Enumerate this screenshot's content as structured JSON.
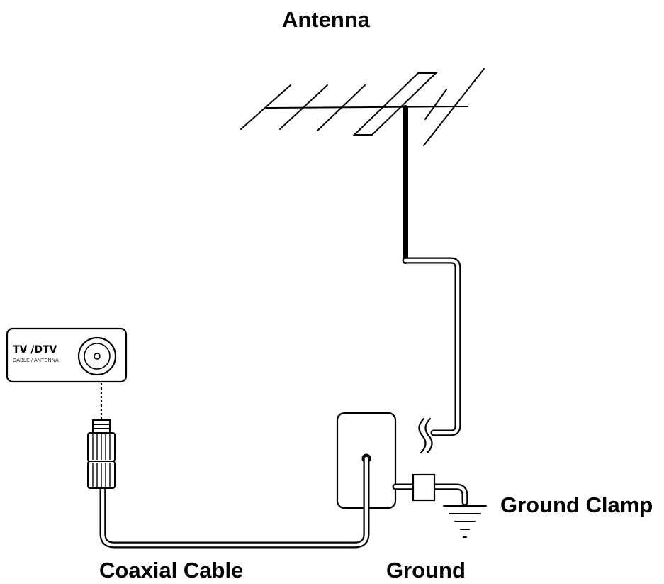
{
  "labels": {
    "antenna": "Antenna",
    "ground_clamp": "Ground Clamp",
    "coaxial_cable": "Coaxial Cable",
    "ground": "Ground"
  },
  "tv_jack": {
    "title": "TV /DTV",
    "subtitle": "CABLE / ANTENNA"
  },
  "colors": {
    "line": "#000000",
    "background": "#ffffff"
  }
}
